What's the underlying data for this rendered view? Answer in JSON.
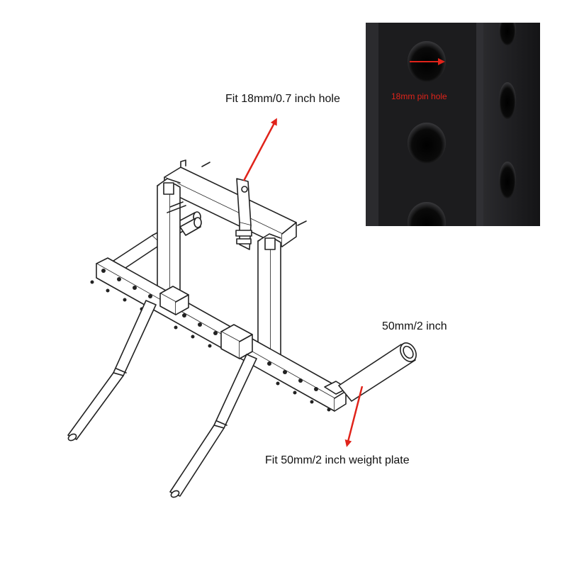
{
  "callouts": {
    "hole_fit": "Fit 18mm/0.7 inch hole",
    "sleeve_diameter": "50mm/2 inch",
    "plate_fit": "Fit 50mm/2 inch weight plate"
  },
  "inset": {
    "caption": "18mm pin hole"
  },
  "colors": {
    "arrow": "#e0231a",
    "line": "#222222",
    "tube_dark": "#1c1c1e",
    "label": "#111111"
  }
}
